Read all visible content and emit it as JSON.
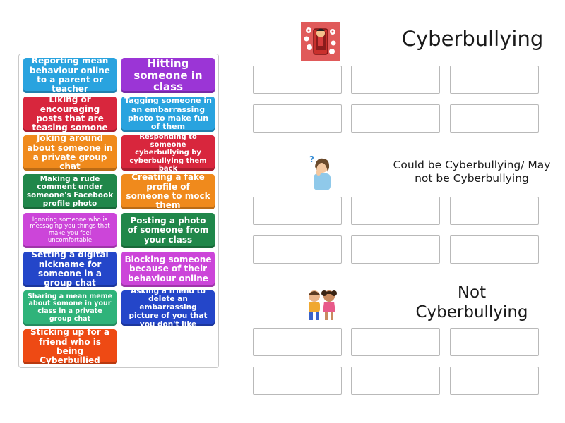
{
  "bank": {
    "cards": [
      {
        "label": "Reporting mean behaviour online to a parent or teacher",
        "color": "#29a3df"
      },
      {
        "label": "Hitting someone in class",
        "color": "#9b35d6"
      },
      {
        "label": "Liking or encouraging posts that are teasing somone",
        "color": "#d8263d"
      },
      {
        "label": "Tagging someone in an embarrassing photo to make fun of them",
        "color": "#29a3df"
      },
      {
        "label": "Joking around about someone in a private group chat",
        "color": "#f08a1c"
      },
      {
        "label": "Responding to someone cyberbullying by cyberbullying them back",
        "color": "#d8263d"
      },
      {
        "label": "Making a rude comment under someone's Facebook profile photo",
        "color": "#20874a"
      },
      {
        "label": "Creating a fake profile of someone to mock them",
        "color": "#f08a1c"
      },
      {
        "label": "Ignoring someone who is messaging you things that make you feel uncomfortable",
        "color": "#cc45d9"
      },
      {
        "label": "Posting a photo of someone from your class",
        "color": "#20874a"
      },
      {
        "label": "Setting a digital nickname for someone in a group chat",
        "color": "#2446c9"
      },
      {
        "label": "Blocking someone because of their behaviour online",
        "color": "#cc45d9"
      },
      {
        "label": "Sharing a mean meme about somone in your class in a private group chat",
        "color": "#2fb37a"
      },
      {
        "label": "Asking a friend to delete an embarrassing picture of you that you don't like",
        "color": "#2446c9"
      },
      {
        "label": "Sticking up for a friend who is being Cyberbullied",
        "color": "#ee4a14"
      }
    ]
  },
  "categories": [
    {
      "title": "Cyberbullying",
      "icon": "cyberbully-phone-icon"
    },
    {
      "title": "Could be Cyberbullying/ May not be Cyberbullying",
      "icon": "confused-girl-icon"
    },
    {
      "title": "Not Cyberbullying",
      "icon": "friends-icon"
    }
  ]
}
